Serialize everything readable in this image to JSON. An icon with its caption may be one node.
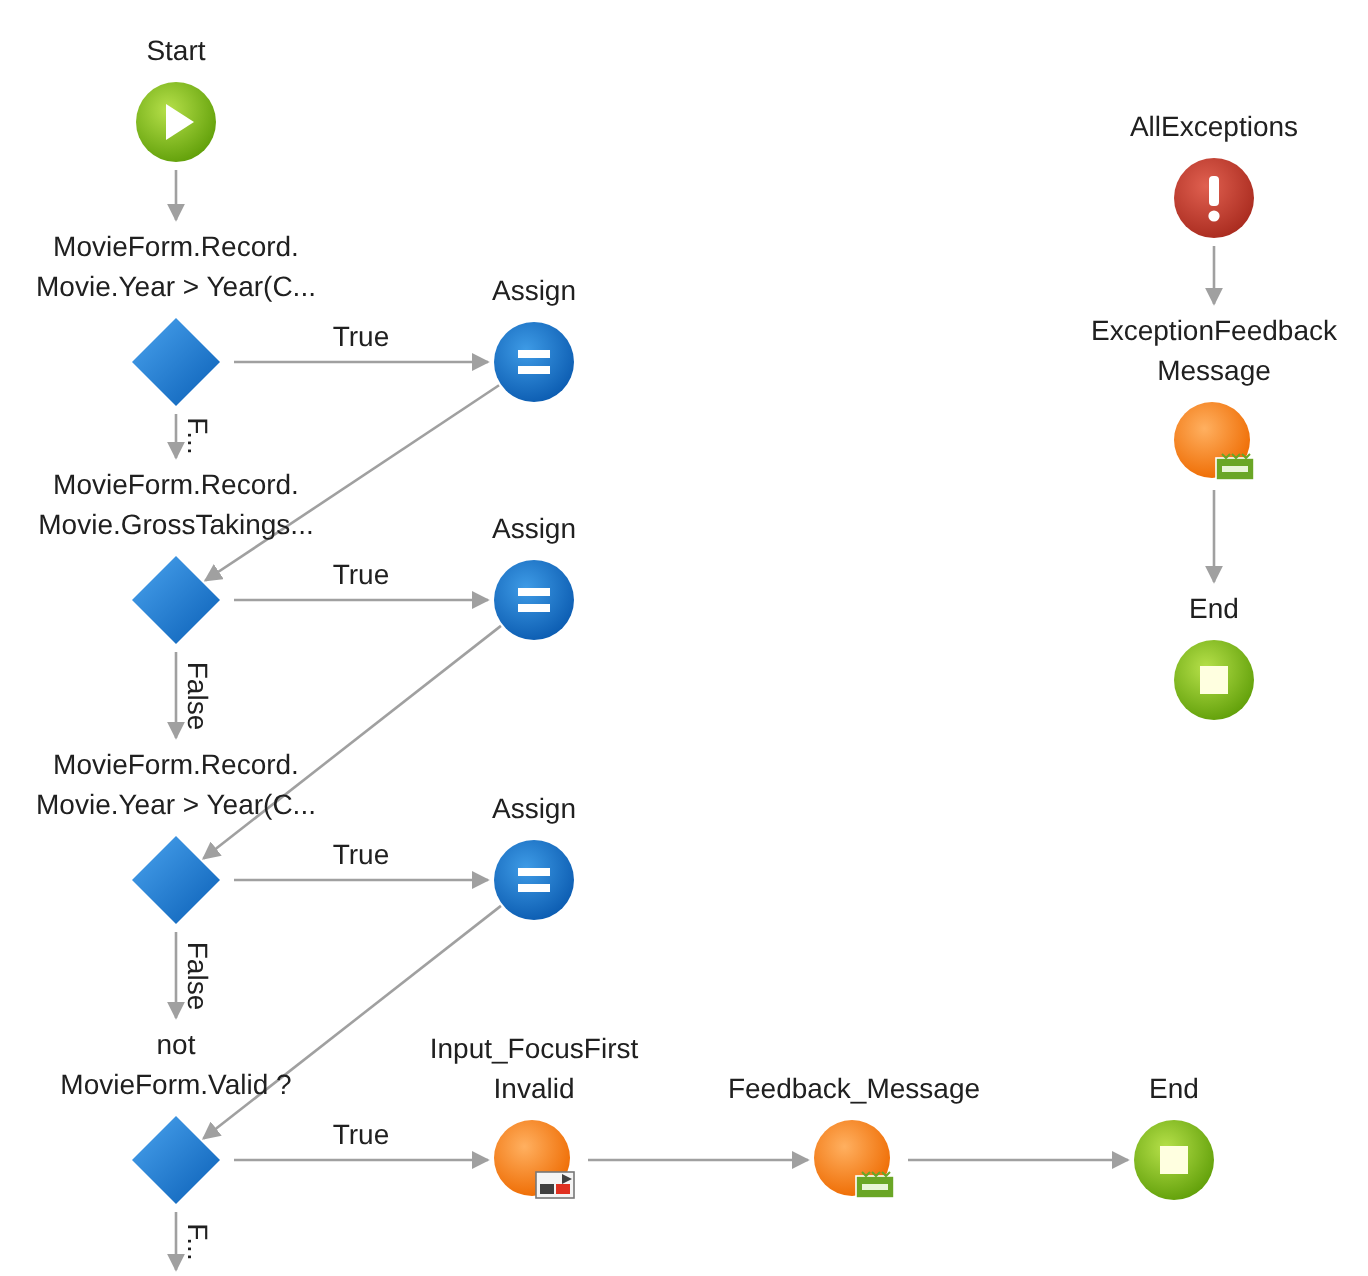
{
  "diagram": {
    "nodes": [
      {
        "text": [
          "Start"
        ]
      },
      {
        "text": [
          "MovieForm.Record. Movie.Year > Year(C..."
        ]
      },
      {
        "text": [
          "Assign"
        ]
      },
      {
        "text": [
          "MovieForm.Record. Movie.GrossTakings..."
        ]
      },
      {
        "text": [
          "Assign"
        ]
      },
      {
        "text": [
          "MovieForm.Record. Movie.Year > Year(C..."
        ]
      },
      {
        "text": [
          "Assign"
        ]
      },
      {
        "text": [
          "not MovieForm.Valid ?"
        ]
      },
      {
        "text": [
          "Input_FocusFirst Invalid"
        ]
      },
      {
        "text": [
          "Feedback_Message"
        ]
      },
      {
        "text": [
          "End"
        ]
      },
      {
        "text": [
          "AllExceptions"
        ]
      },
      {
        "text": [
          "ExceptionFeedback Message"
        ]
      },
      {
        "text": [
          "End"
        ]
      }
    ],
    "edges": [
      {
        "from": 0,
        "to": 1,
        "arrow": "to"
      },
      {
        "from": 1,
        "to": 2,
        "arrow": "to",
        "label": "True"
      },
      {
        "from": 1,
        "to": 3,
        "arrow": "to",
        "label": "F..."
      },
      {
        "from": 2,
        "to": 3,
        "arrow": "to"
      },
      {
        "from": 3,
        "to": 4,
        "arrow": "to",
        "label": "True"
      },
      {
        "from": 3,
        "to": 5,
        "arrow": "to",
        "label": "False"
      },
      {
        "from": 4,
        "to": 5,
        "arrow": "to"
      },
      {
        "from": 5,
        "to": 6,
        "arrow": "to",
        "label": "True"
      },
      {
        "from": 5,
        "to": 7,
        "arrow": "to",
        "label": "False"
      },
      {
        "from": 6,
        "to": 7,
        "arrow": "to"
      },
      {
        "from": 7,
        "to": 8,
        "arrow": "to",
        "label": "True"
      },
      {
        "from": 8,
        "to": 9,
        "arrow": "to"
      },
      {
        "from": 9,
        "to": 10,
        "arrow": "to"
      },
      {
        "from": 7,
        "to": null,
        "arrow": "to",
        "label": "F..."
      },
      {
        "from": 11,
        "to": 12,
        "arrow": "to"
      },
      {
        "from": 12,
        "to": 13,
        "arrow": "to"
      }
    ]
  }
}
